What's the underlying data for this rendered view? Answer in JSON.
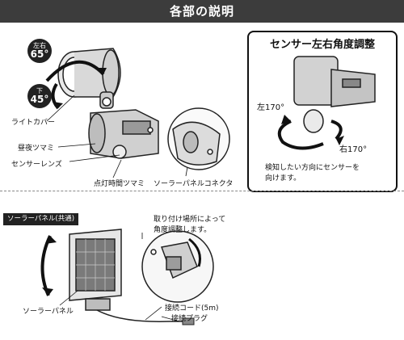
{
  "page": {
    "header_title": "各部の説明"
  },
  "main_diagram": {
    "badge_lr": {
      "top": "左右",
      "value": "65°"
    },
    "badge_down": {
      "top": "下",
      "value": "45°"
    },
    "labels": {
      "light_cover": "ライトカバー",
      "day_night_knob": "昼夜ツマミ",
      "sensor_lens": "センサーレンズ",
      "timer_knob": "点灯時間ツマミ",
      "solar_connector": "ソーラーパネルコネクタ"
    }
  },
  "sensor_box": {
    "title": "センサー左右角度調整",
    "left_angle": "左170°",
    "right_angle": "右170°",
    "note_line1": "検知したい方向にセンサーを",
    "note_line2": "向けます。"
  },
  "solar_section": {
    "tag": "ソーラーパネル(共通)",
    "callout_line1": "取り付け場所によって",
    "callout_line2": "角度調整します。",
    "labels": {
      "solar_panel": "ソーラーパネル",
      "cable": "接続コード(5m)",
      "plug": "接続プラグ"
    }
  }
}
